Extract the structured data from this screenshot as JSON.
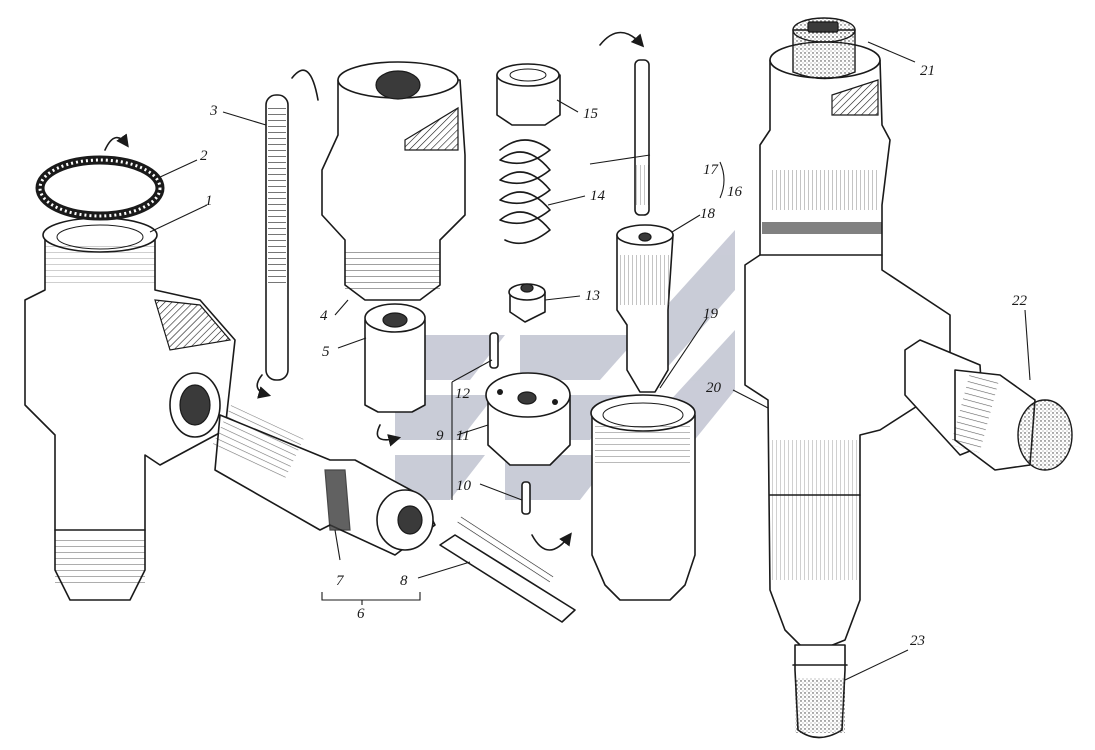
{
  "colors": {
    "ink": "#1a1a1a",
    "paper": "#ffffff",
    "watermark": "#8a8fa8"
  },
  "watermark": {
    "name": "logo-watermark"
  },
  "labels": {
    "n1": "1",
    "n2": "2",
    "n3": "3",
    "n4": "4",
    "n5": "5",
    "n6": "6",
    "n7": "7",
    "n8": "8",
    "n9": "9",
    "n10": "10",
    "n11": "11",
    "n12": "12",
    "n13": "13",
    "n14": "14",
    "n15": "15",
    "n16": "16",
    "n17": "17",
    "n18": "18",
    "n19": "19",
    "n20": "20",
    "n21": "21",
    "n22": "22",
    "n23": "23"
  }
}
